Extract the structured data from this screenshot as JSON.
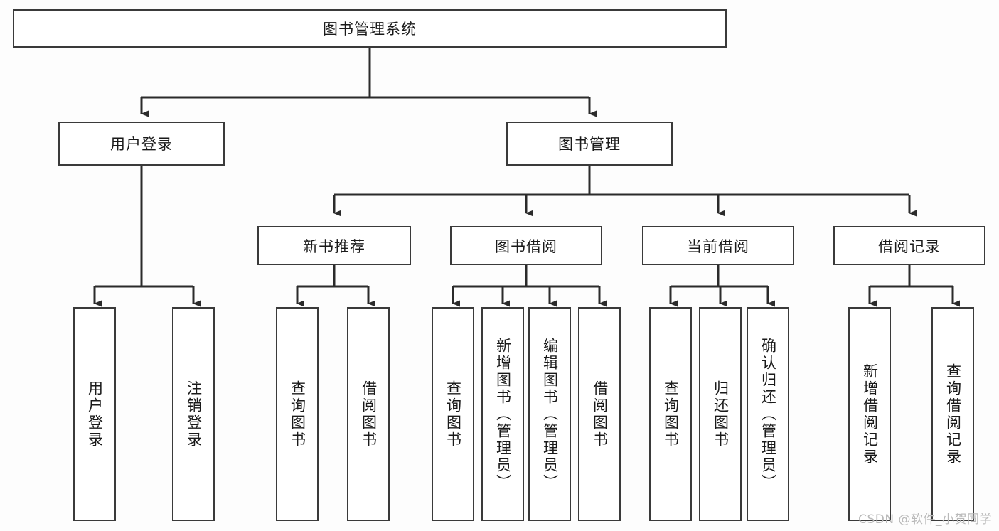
{
  "diagram": {
    "type": "tree-hierarchy-chart",
    "title": "图书管理系统",
    "watermark": "CSDN @软件_小贺同学",
    "colors": {
      "background": "#fdfdfd",
      "node_fill": "#ffffff",
      "node_border": "#3a3a3a",
      "connector": "#2b2b2b",
      "text": "#1a1a1a",
      "watermark": "#b9b9b9"
    },
    "nodes": {
      "root": {
        "label": "图书管理系统",
        "orientation": "horizontal"
      },
      "level2": [
        {
          "id": "user-login",
          "label": "用户登录",
          "orientation": "horizontal"
        },
        {
          "id": "book-management",
          "label": "图书管理",
          "orientation": "horizontal"
        }
      ],
      "level3": [
        {
          "id": "new-book-recommend",
          "label": "新书推荐",
          "orientation": "horizontal"
        },
        {
          "id": "book-borrow",
          "label": "图书借阅",
          "orientation": "horizontal"
        },
        {
          "id": "current-borrow",
          "label": "当前借阅",
          "orientation": "horizontal"
        },
        {
          "id": "borrow-record",
          "label": "借阅记录",
          "orientation": "horizontal"
        }
      ],
      "leaves": [
        {
          "id": "leaf-user-login",
          "label": "用户登录",
          "parent": "user-login",
          "orientation": "vertical"
        },
        {
          "id": "leaf-user-logout",
          "label": "注销登录",
          "parent": "user-login",
          "orientation": "vertical"
        },
        {
          "id": "leaf-query-book-1",
          "label": "查询图书",
          "parent": "new-book-recommend",
          "orientation": "vertical"
        },
        {
          "id": "leaf-borrow-book-1",
          "label": "借阅图书",
          "parent": "new-book-recommend",
          "orientation": "vertical"
        },
        {
          "id": "leaf-query-book-2",
          "label": "查询图书",
          "parent": "book-borrow",
          "orientation": "vertical"
        },
        {
          "id": "leaf-add-book",
          "label": "新增图书（管理员）",
          "parent": "book-borrow",
          "orientation": "vertical"
        },
        {
          "id": "leaf-edit-book",
          "label": "编辑图书（管理员）",
          "parent": "book-borrow",
          "orientation": "vertical"
        },
        {
          "id": "leaf-borrow-book-2",
          "label": "借阅图书",
          "parent": "book-borrow",
          "orientation": "vertical"
        },
        {
          "id": "leaf-query-book-3",
          "label": "查询图书",
          "parent": "current-borrow",
          "orientation": "vertical"
        },
        {
          "id": "leaf-return-book",
          "label": "归还图书",
          "parent": "current-borrow",
          "orientation": "vertical"
        },
        {
          "id": "leaf-confirm-return",
          "label": "确认归还（管理员）",
          "parent": "current-borrow",
          "orientation": "vertical"
        },
        {
          "id": "leaf-add-record",
          "label": "新增借阅记录",
          "parent": "borrow-record",
          "orientation": "vertical"
        },
        {
          "id": "leaf-query-record",
          "label": "查询借阅记录",
          "parent": "borrow-record",
          "orientation": "vertical"
        }
      ]
    }
  }
}
